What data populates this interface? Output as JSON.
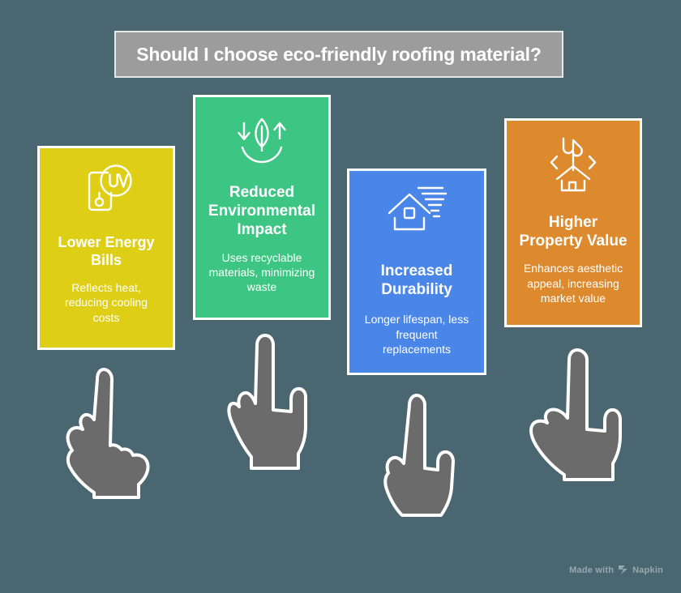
{
  "title": {
    "text": "Should I choose eco-friendly roofing material?",
    "bar_color": "#9c9c9c",
    "text_color": "#ffffff"
  },
  "background_color": "#4a6670",
  "cards": [
    {
      "title": "Lower Energy Bills",
      "description": "Reflects heat, reducing cooling costs",
      "color": "#decf16",
      "icon": "uv-panel-icon"
    },
    {
      "title": "Reduced Environmental Impact",
      "description": "Uses recyclable materials, minimizing waste",
      "color": "#3dc683",
      "icon": "recycle-leaf-icon"
    },
    {
      "title": "Increased Durability",
      "description": "Longer lifespan, less frequent replacements",
      "color": "#4a86e8",
      "icon": "house-speed-lines-icon"
    },
    {
      "title": "Higher Property Value",
      "description": "Enhances aesthetic appeal, increasing market value",
      "color": "#dd8a2e",
      "icon": "house-arrow-up-icon"
    }
  ],
  "pointers": [
    {
      "name": "pointing-hand-1"
    },
    {
      "name": "pointing-hand-2"
    },
    {
      "name": "pointing-hand-3"
    },
    {
      "name": "pointing-hand-4"
    }
  ],
  "watermark": {
    "text": "Made with",
    "brand": "Napkin"
  }
}
